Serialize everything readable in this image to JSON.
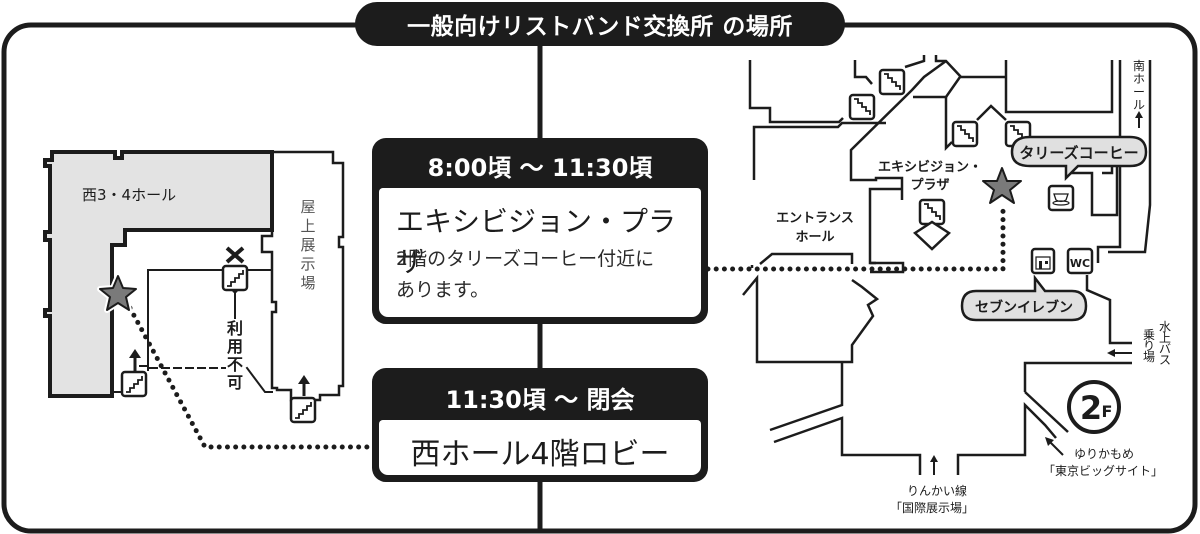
{
  "title": "一般向けリストバンド交換所 の場所",
  "schedule": [
    {
      "time": "8:00頃 〜 11:30頃",
      "place": "エキシビジョン・プラザ",
      "description_lines": [
        "2階のタリーズコーヒー付近に",
        "あります。"
      ]
    },
    {
      "time": "11:30頃 〜 閉会",
      "place": "西ホール4階ロビー"
    }
  ],
  "left_map": {
    "hall_label": "西3・4ホール",
    "rooftop_label": "屋上展示場",
    "unavailable_label": "利用不可",
    "markers": [
      "star-marker",
      "escalator-icon",
      "closed-x-icon",
      "up-arrow-icon"
    ]
  },
  "right_map": {
    "plaza_label_line1": "エキシビジョン・",
    "plaza_label_line2": "プラザ",
    "entrance_label_line1": "エントランス",
    "entrance_label_line2": "ホール",
    "tullys_label": "タリーズコーヒー",
    "seven_label": "セブンイレブン",
    "south_hall_label": "南ホール",
    "waterbus_label_col1": "水上バス",
    "waterbus_label_col2": "乗り場",
    "rinkai_line1": "りんかい線",
    "rinkai_line2": "「国際展示場」",
    "yurikamome_line1": "ゆりかもめ",
    "yurikamome_line2": "「東京ビッグサイト」",
    "floor_badge_num": "2",
    "floor_badge_unit": "F",
    "wc_label": "WC"
  },
  "colors": {
    "ink": "#1c1c1c",
    "hall_fill": "#e3e3e3",
    "callout_fill": "#e0e0e0",
    "star_fill": "#7a7a7a",
    "background": "#ffffff"
  }
}
